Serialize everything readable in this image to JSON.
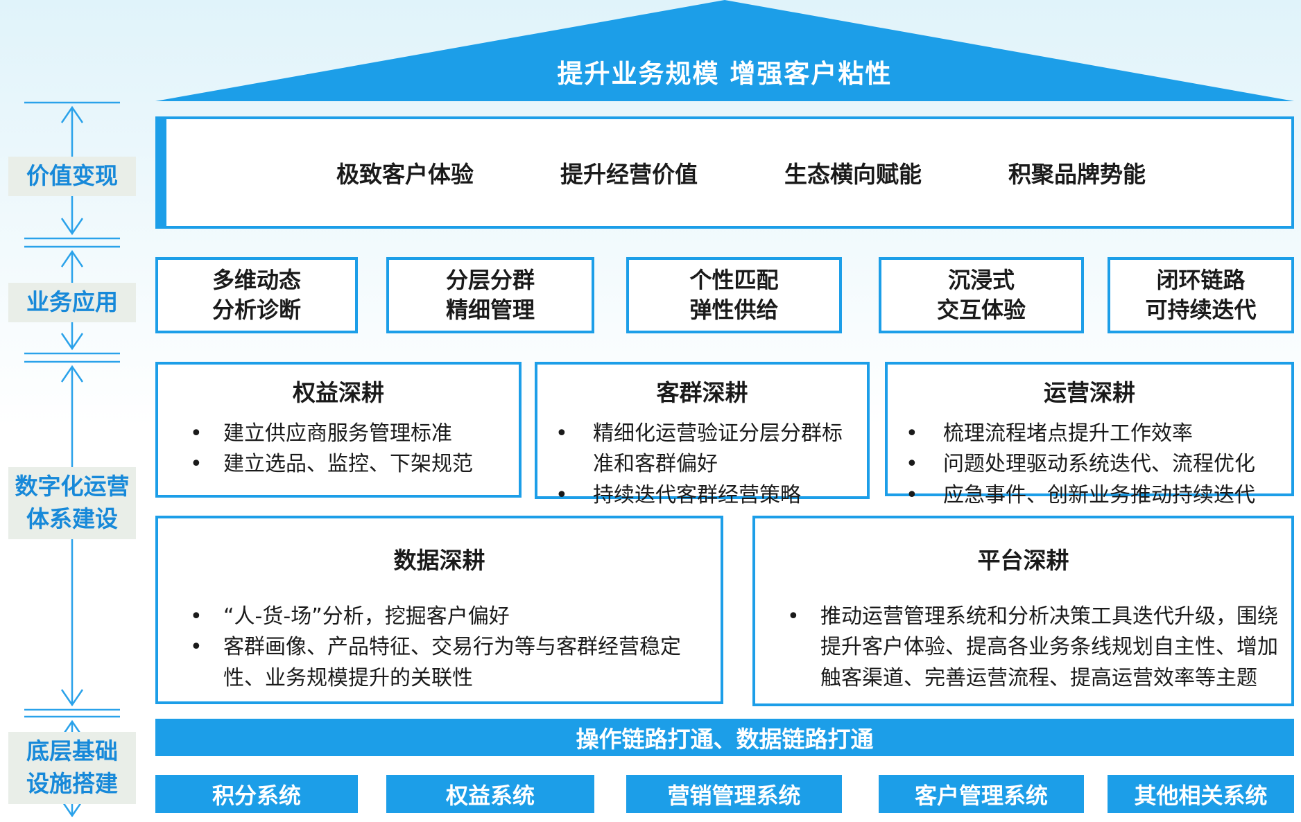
{
  "colors": {
    "primary": "#1C9EE8",
    "arrow": "#2AA2EA",
    "sidebar_text": "#1789D9",
    "sidebar_bg": "#E9EEE8",
    "text": "#1A1A1A",
    "background_top": "#E0F3FA"
  },
  "roof": {
    "title": "提升业务规模 增强客户粘性"
  },
  "sidebar": {
    "items": [
      {
        "label": "价值变现"
      },
      {
        "label": "业务应用"
      },
      {
        "label": "数字化运营\n体系建设"
      },
      {
        "label": "底层基础\n设施搭建"
      }
    ]
  },
  "value_layer": {
    "items": [
      "极致客户体验",
      "提升经营价值",
      "生态横向赋能",
      "积聚品牌势能"
    ]
  },
  "application_layer": {
    "items": [
      "多维动态\n分析诊断",
      "分层分群\n精细管理",
      "个性匹配\n弹性供给",
      "沉浸式\n交互体验",
      "闭环链路\n可持续迭代"
    ]
  },
  "operation_layer": {
    "top_cards": [
      {
        "title": "权益深耕",
        "bullets": [
          "建立供应商服务管理标准",
          "建立选品、监控、下架规范"
        ]
      },
      {
        "title": "客群深耕",
        "bullets": [
          "精细化运营验证分层分群标准和客群偏好",
          "持续迭代客群经营策略"
        ]
      },
      {
        "title": "运营深耕",
        "bullets": [
          "梳理流程堵点提升工作效率",
          "问题处理驱动系统迭代、流程优化",
          "应急事件、创新业务推动持续迭代"
        ]
      }
    ],
    "bottom_cards": [
      {
        "title": "数据深耕",
        "bullets": [
          "“人-货-场”分析，挖掘客户偏好",
          "客群画像、产品特征、交易行为等与客群经营稳定性、业务规模提升的关联性"
        ]
      },
      {
        "title": "平台深耕",
        "bullets": [
          "推动运营管理系统和分析决策工具迭代升级，围绕提升客户体验、提高各业务条线规划自主性、增加触客渠道、完善运营流程、提高运营效率等主题"
        ]
      }
    ]
  },
  "foundation_layer": {
    "bar": "操作链路打通、数据链路打通",
    "systems": [
      "积分系统",
      "权益系统",
      "营销管理系统",
      "客户管理系统",
      "其他相关系统"
    ]
  }
}
